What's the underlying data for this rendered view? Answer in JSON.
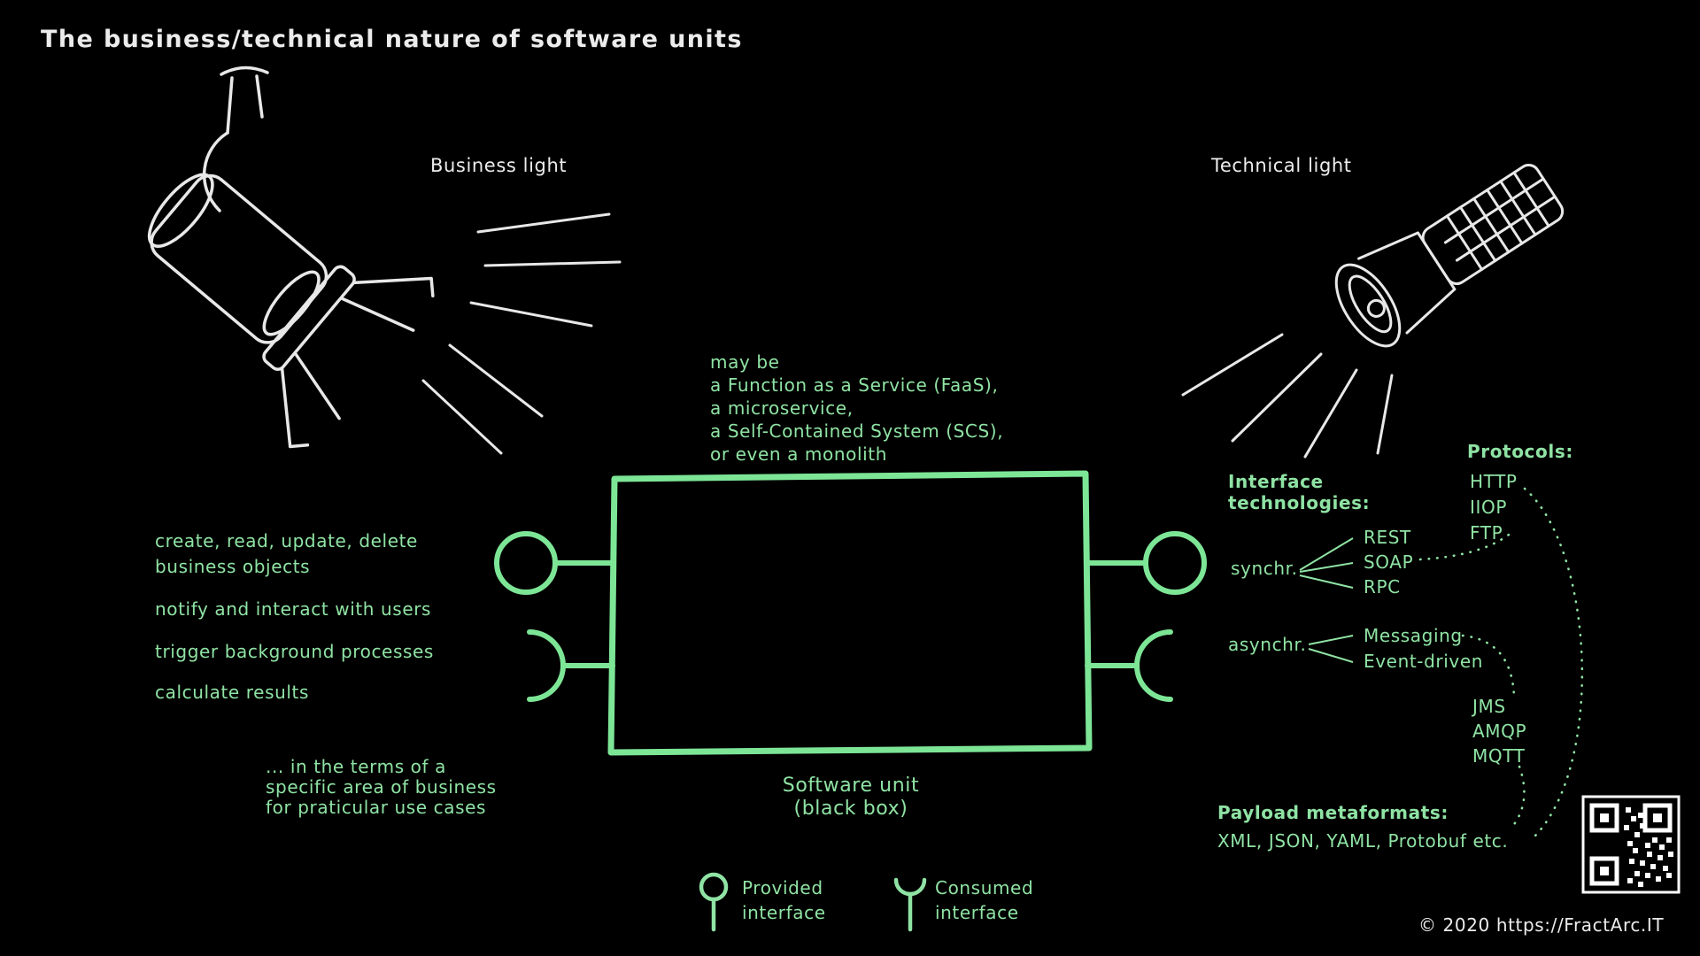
{
  "title": "The business/technical nature of software units",
  "lights": {
    "business": "Business light",
    "technical": "Technical light"
  },
  "may_be": {
    "lines": [
      "may be",
      "a Function as a Service (FaaS),",
      "a microservice,",
      "a Self-Contained System (SCS),",
      "or even a monolith"
    ]
  },
  "capabilities": {
    "lines": [
      "create, read, update, delete",
      "business objects",
      "notify and interact with users",
      "trigger background processes",
      "calculate results"
    ]
  },
  "note": {
    "lines": [
      "... in the terms of a",
      "specific area of business",
      "for praticular use cases"
    ]
  },
  "software_unit": {
    "line1": "Software unit",
    "line2": "(black box)"
  },
  "interface_panel": {
    "heading_line1": "Interface",
    "heading_line2": "technologies:",
    "synchr_label": "synchr.",
    "synchr_items": [
      "REST",
      "SOAP",
      "RPC"
    ],
    "asynchr_label": "asynchr.",
    "asynchr_items": [
      "Messaging",
      "Event-driven"
    ],
    "protocols_heading": "Protocols:",
    "protocols": [
      "HTTP",
      "IIOP",
      "FTP"
    ],
    "messaging_protocols": [
      "JMS",
      "AMQP",
      "MQTT"
    ],
    "payload_heading": "Payload metaformats:",
    "payload_line": "XML, JSON, YAML, Protobuf etc."
  },
  "legend": {
    "provided_line1": "Provided",
    "provided_line2": "interface",
    "consumed_line1": "Consumed",
    "consumed_line2": "interface"
  },
  "footer": {
    "copyright": "© 2020 https://FractArc.IT"
  },
  "colors": {
    "green_text": "#8fe3a4",
    "box_green": "#7de596",
    "sketch_white": "#e8e8e8",
    "background": "#000000"
  }
}
